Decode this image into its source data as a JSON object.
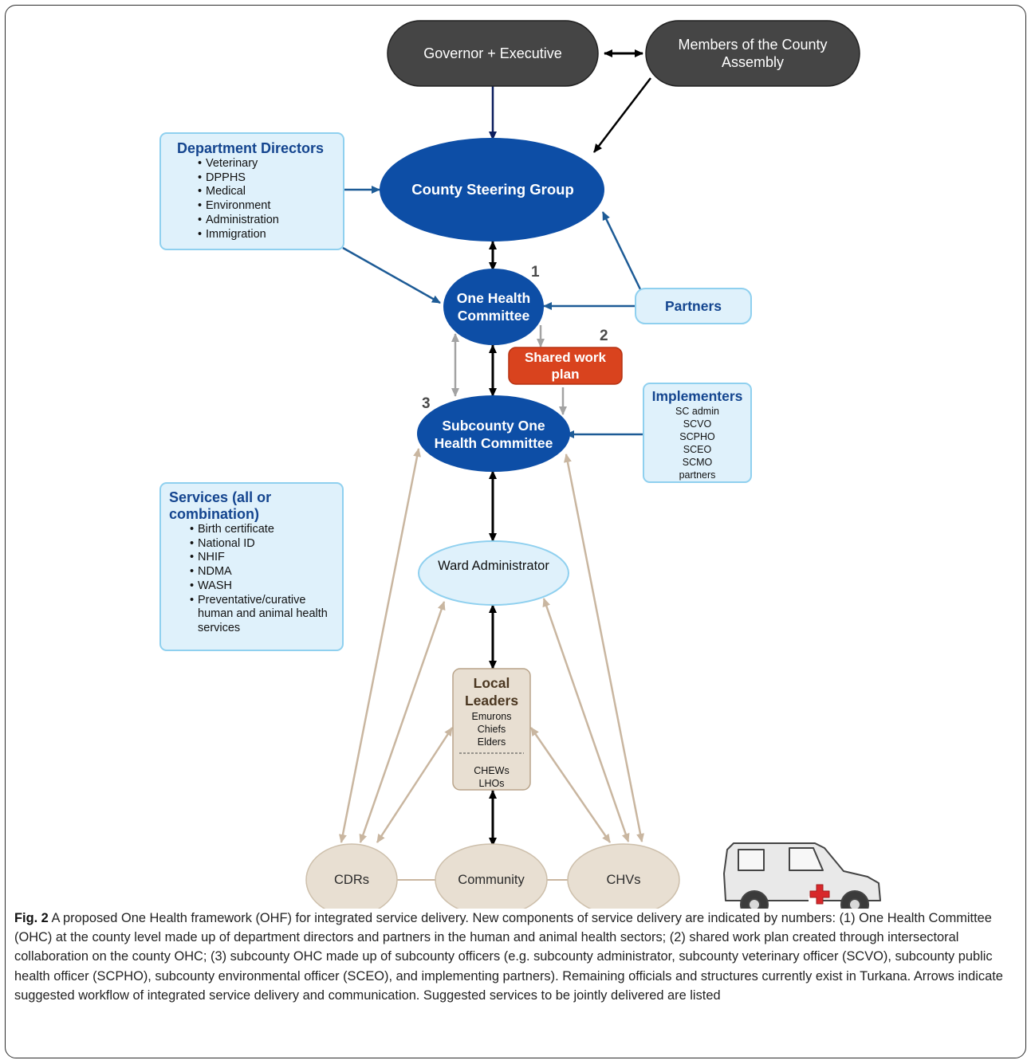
{
  "nodes": {
    "governor": "Governor + Executive",
    "assembly": "Members of the County Assembly",
    "steering": "County Steering Group",
    "ohc": "One Health Committee",
    "subcounty": "Subcounty One Health Committee",
    "ward": "Ward Administrator",
    "partners": "Partners",
    "workplan": "Shared work plan",
    "cdrs": "CDRs",
    "community": "Community",
    "chvs": "CHVs"
  },
  "markers": [
    "1",
    "2",
    "3"
  ],
  "department_directors": {
    "title": "Department Directors",
    "items": [
      "Veterinary",
      "DPPHS",
      "Medical",
      "Environment",
      "Administration",
      "Immigration"
    ]
  },
  "implementers": {
    "title": "Implementers",
    "items": [
      "SC admin",
      "SCVO",
      "SCPHO",
      "SCEO",
      "SCMO",
      "partners"
    ]
  },
  "services": {
    "title": "Services (all or combination)",
    "items": [
      "Birth certificate",
      "National ID",
      "NHIF",
      "NDMA",
      "WASH",
      "Preventative/curative human and animal health services"
    ]
  },
  "local_leaders": {
    "title": "Local Leaders",
    "items": [
      "Emurons",
      "Chiefs",
      "Elders"
    ],
    "items_below": [
      "CHEWs",
      "LHOs"
    ]
  },
  "caption": {
    "label": "Fig. 2",
    "text": "A proposed One Health framework (OHF) for integrated service delivery. New components of service delivery are indicated by numbers: (1) One Health Committee (OHC) at the county level made up of department directors and partners in the human and animal health sectors; (2) shared work plan created through intersectoral collaboration on the county OHC; (3) subcounty OHC made up of subcounty officers (e.g. subcounty administrator, subcounty veterinary officer (SCVO), subcounty public health officer (SCPHO), subcounty environmental officer (SCEO), and implementing partners). Remaining officials and structures currently exist in Turkana. Arrows indicate suggested workflow of integrated service delivery and communication. Suggested services to be jointly delivered are listed"
  },
  "colors": {
    "dark_node": "#454545",
    "blue_node": "#0d4ea6",
    "light_node": "#dff1fb",
    "light_border": "#8fd0ef",
    "workplan": "#d9431e",
    "beige_node": "#e8dfd2",
    "beige_arrow": "#c9b6a0",
    "blue_arrow": "#1d5b96",
    "gray_arrow": "#a3a3a3"
  },
  "icons": [
    "ambulance-vehicle-icon"
  ]
}
